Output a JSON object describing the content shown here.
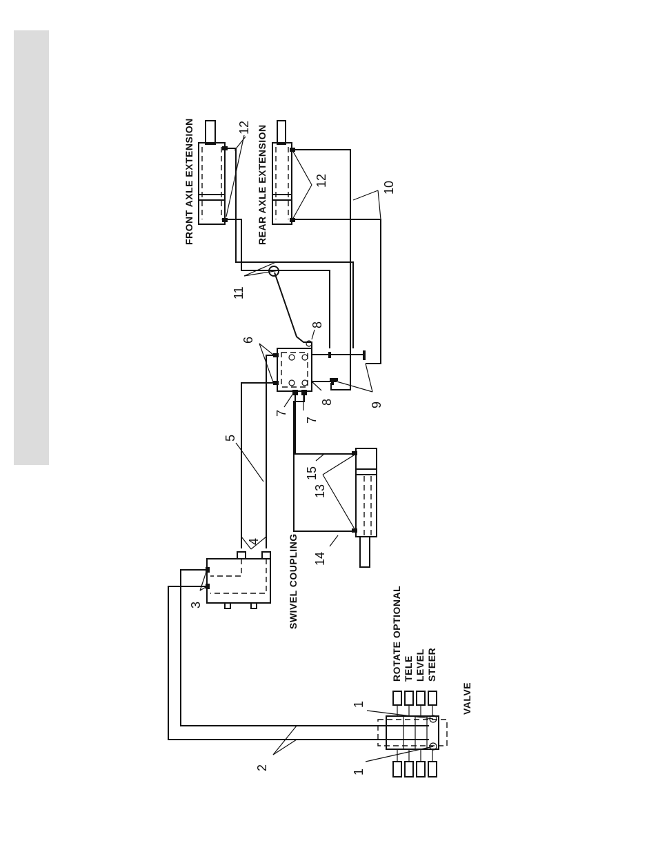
{
  "labels": {
    "front_axle": "FRONT AXLE EXTENSION",
    "rear_axle": "REAR AXLE EXTENSION",
    "swivel": "SWIVEL COUPLING",
    "rotate": "ROTATE OPTIONAL",
    "tele": "TELE",
    "level": "LEVEL",
    "steer": "STEER",
    "valve": "VALVE"
  },
  "callouts": {
    "c1a": "1",
    "c1b": "1",
    "c2": "2",
    "c3": "3",
    "c4": "4",
    "c5": "5",
    "c6": "6",
    "c7a": "7",
    "c7b": "7",
    "c8a": "8",
    "c8b": "8",
    "c9": "9",
    "c10": "10",
    "c11": "11",
    "c12a": "12",
    "c12b": "12",
    "c13": "13",
    "c14": "14",
    "c15": "15"
  }
}
